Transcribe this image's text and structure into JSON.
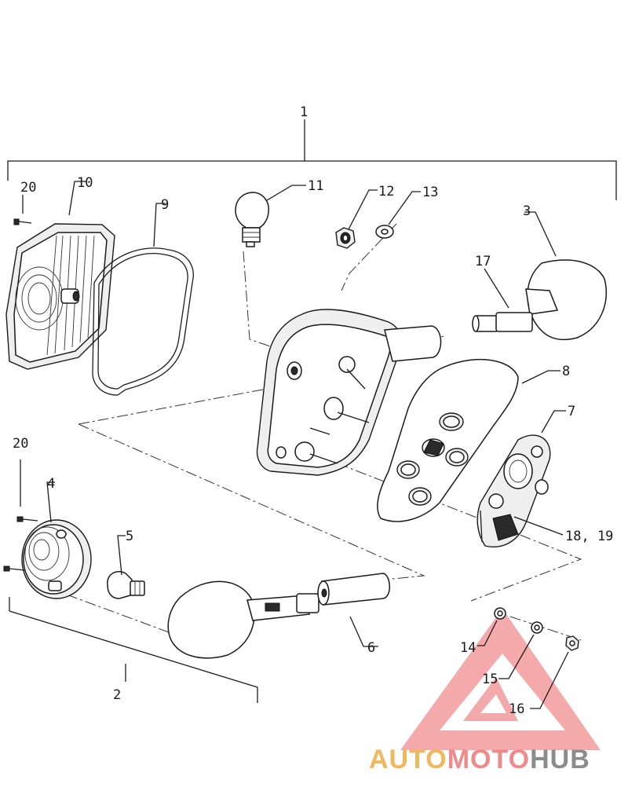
{
  "labels": {
    "p1": "1",
    "p2": "2",
    "p3": "3",
    "p4": "4",
    "p5": "5",
    "p6": "6",
    "p7": "7",
    "p8": "8",
    "p9": "9",
    "p10": "10",
    "p11": "11",
    "p12": "12",
    "p13": "13",
    "p14": "14",
    "p15": "15",
    "p16": "16",
    "p17": "17",
    "p18_19": "18, 19",
    "p20a": "20",
    "p20b": "20"
  },
  "watermark": {
    "auto": "AUTO",
    "moto": "MOTO",
    "hub": "HUB",
    "colors": {
      "auto": "#f0b75c",
      "moto": "#f08a8a",
      "hub": "#8c8c8c",
      "triangle": "#f08a8a"
    }
  }
}
